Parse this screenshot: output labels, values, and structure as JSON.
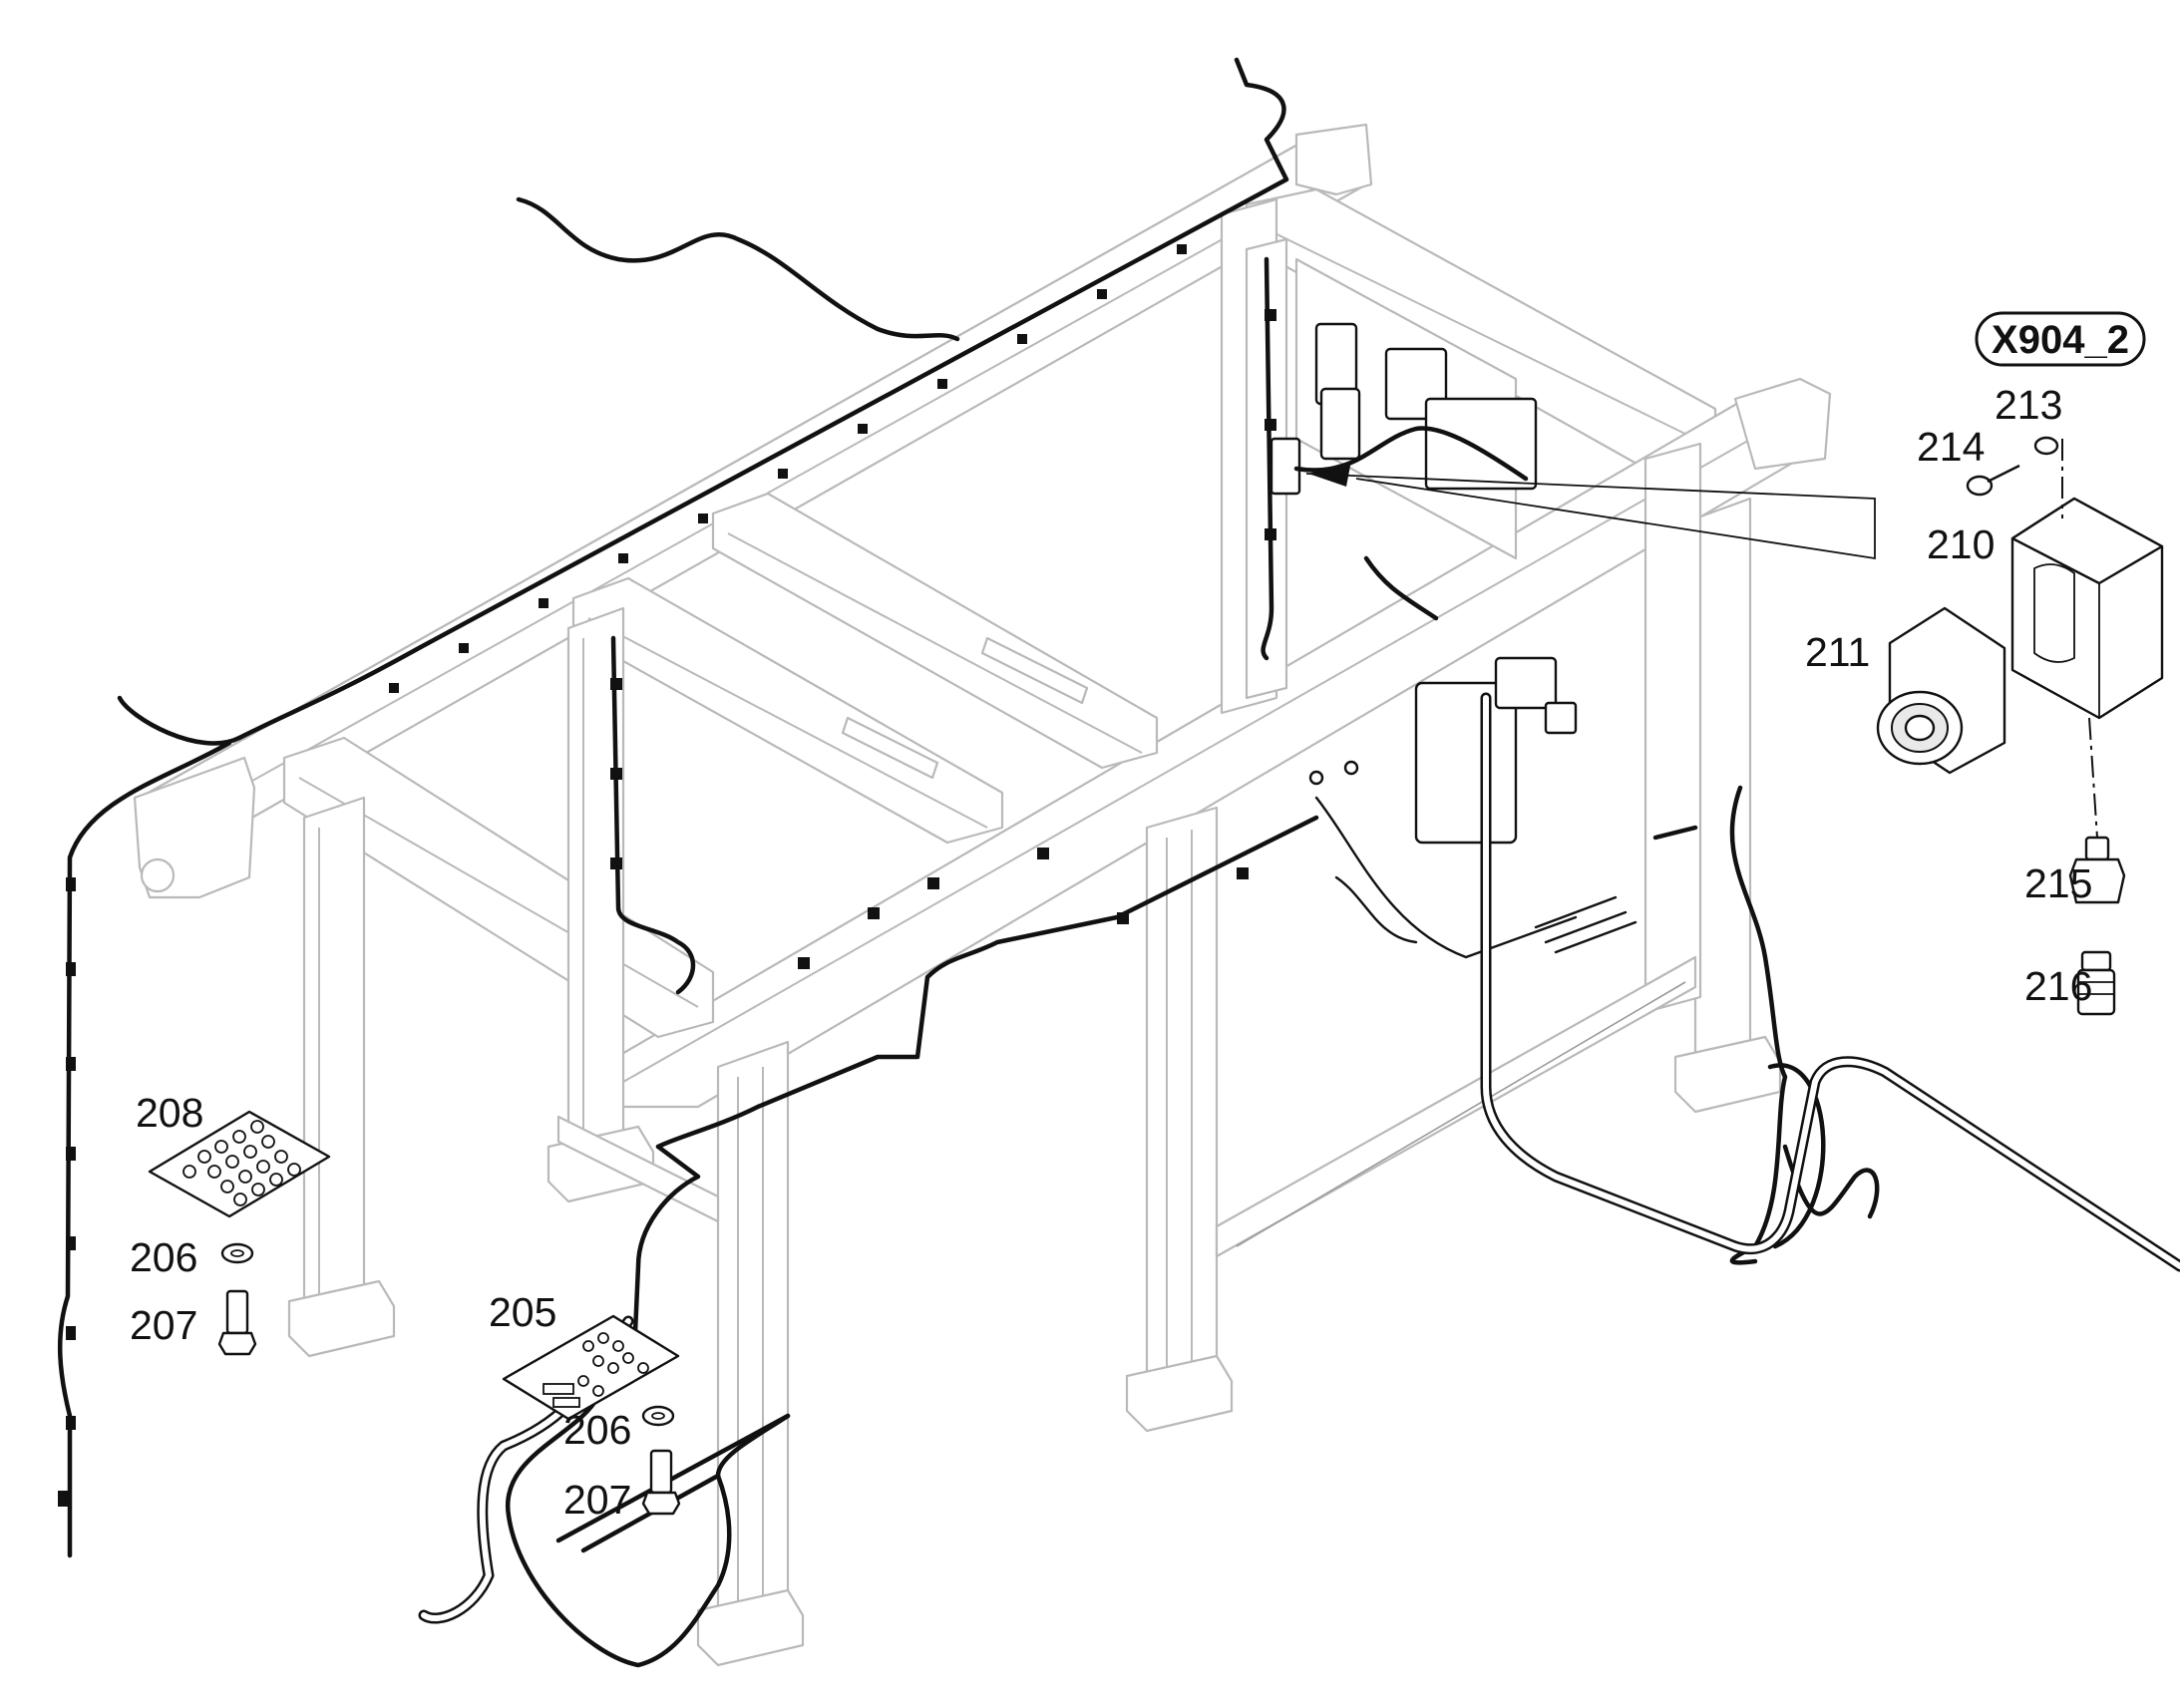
{
  "reference_label": "X904_2",
  "callouts": {
    "c205": "205",
    "c206a": "206",
    "c206b": "206",
    "c207a": "207",
    "c207b": "207",
    "c208": "208",
    "c210": "210",
    "c211": "211",
    "c213": "213",
    "c214": "214",
    "c215": "215",
    "c216": "216"
  },
  "colors": {
    "frame_outline": "#b9b9b9",
    "cable": "#111111",
    "background": "#ffffff"
  }
}
